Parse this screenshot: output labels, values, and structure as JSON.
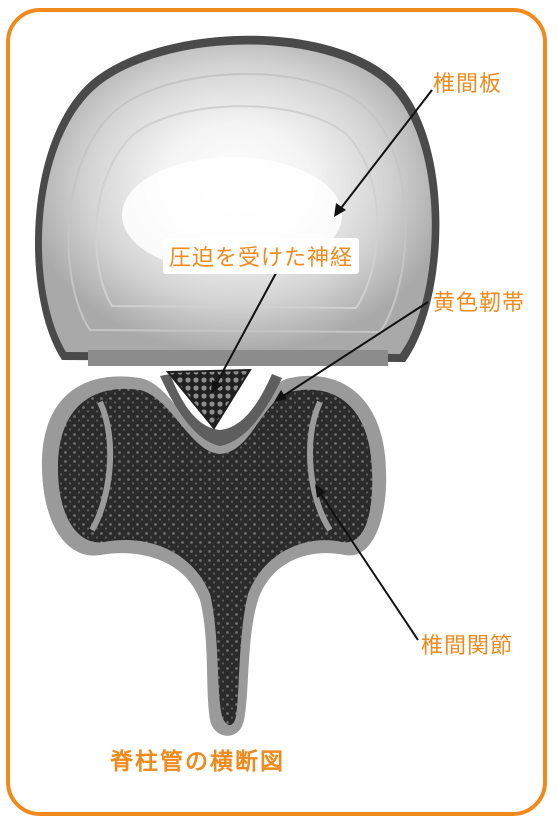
{
  "labels": {
    "disc": "椎間板",
    "nerve": "圧迫を受けた神経",
    "ligament": "黄色靭帯",
    "facet": "椎間関節"
  },
  "caption": "脊柱管の横断図",
  "colors": {
    "accent": "#f08a1c",
    "disc": "#d6d6d6",
    "bone_dark": "#303030",
    "bone_rim": "#8a8a8a",
    "ligament": "#5a5a5a"
  }
}
